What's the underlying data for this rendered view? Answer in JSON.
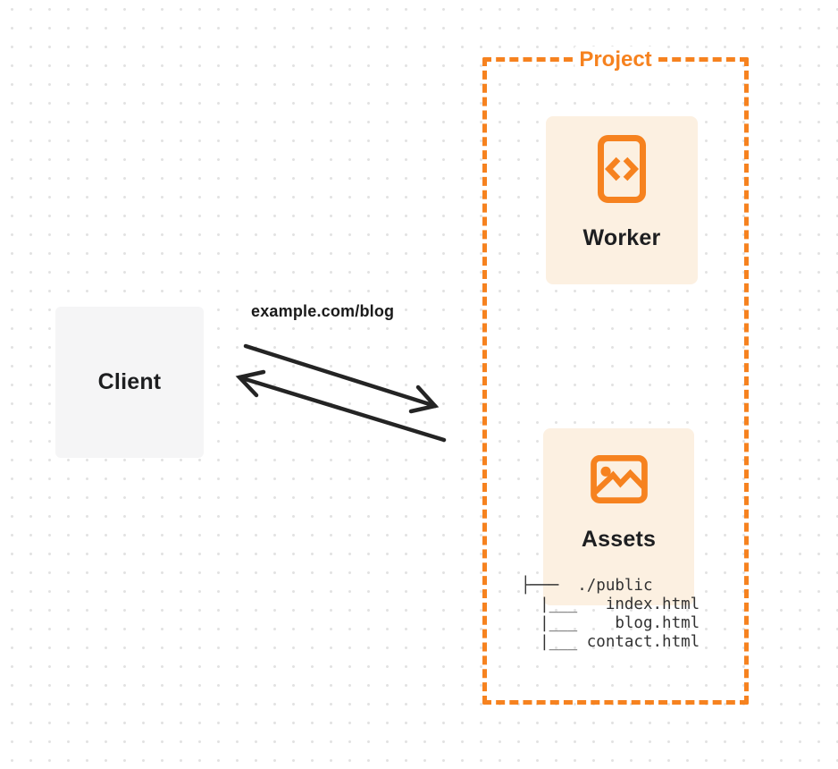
{
  "colors": {
    "accent_orange": "#f6821f",
    "card_background": "#fcf0e1",
    "client_background": "#f5f5f6",
    "text_ink": "#1d1e20",
    "arrow_ink": "#242424",
    "tree_ink": "#323232",
    "grid_dot": "#e2e2e2"
  },
  "client": {
    "label": "Client"
  },
  "request": {
    "label": "example.com/blog"
  },
  "project": {
    "label": "Project",
    "worker": {
      "label": "Worker",
      "icon": "code-file-icon"
    },
    "assets": {
      "label": "Assets",
      "icon": "image-icon",
      "file_tree": "├───  ./public\n  |___   index.html\n  |___    blog.html\n  |___ contact.html"
    }
  }
}
